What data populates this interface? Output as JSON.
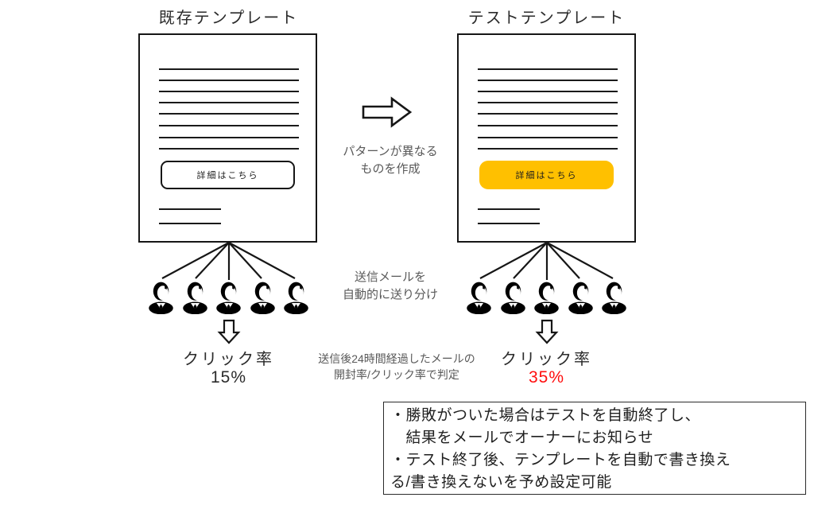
{
  "colors": {
    "accent_orange": "#FFC000",
    "highlight_red": "#FF0D0D",
    "gray_text": "#595959"
  },
  "left_panel": {
    "title": "既存テンプレート",
    "button_label": "詳細はこちら",
    "metric_label": "クリック率",
    "metric_value": "15%"
  },
  "right_panel": {
    "title": "テストテンプレート",
    "button_label": "詳細はこちら",
    "metric_label": "クリック率",
    "metric_value": "35%"
  },
  "middle": {
    "create_note": "パターンが異なる\nものを作成",
    "distribute_note": "送信メールを\n自動的に送り分け",
    "judge_note": "送信後24時間経過したメールの\n開封率/クリック率で判定"
  },
  "info_box": {
    "lines": [
      "・勝敗がついた場合はテストを自動終了し、",
      "　結果をメールでオーナーにお知らせ",
      "・テスト終了後、テンプレートを自動で書き換え",
      "る/書き換えないを予め設定可能"
    ]
  }
}
